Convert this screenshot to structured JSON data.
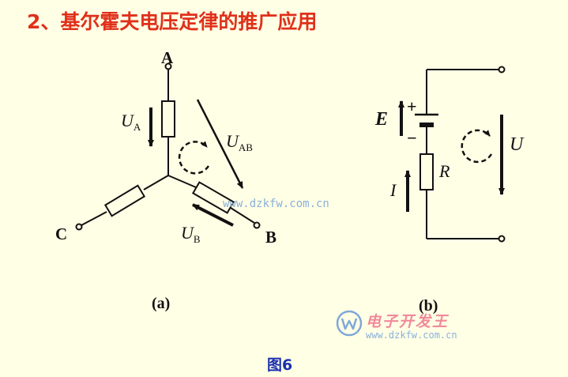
{
  "title": "2、基尔霍夫电压定律的推广应用",
  "figure_caption": "图6",
  "diagram_a": {
    "label": "(a)",
    "nodes": {
      "a": "A",
      "b": "B",
      "c": "C"
    },
    "voltage_ua": {
      "main": "U",
      "sub": "A"
    },
    "voltage_uab": {
      "main": "U",
      "sub": "AB"
    },
    "voltage_ub": {
      "main": "U",
      "sub": "B"
    }
  },
  "diagram_b": {
    "label": "(b)",
    "emf": "E",
    "plus": "+",
    "minus": "−",
    "resistor": "R",
    "current": "I",
    "voltage": "U"
  },
  "watermark": {
    "url_middle": "www.dzkfw.com.cn",
    "brand": "电子开发王",
    "url_bottom": "www.dzkfw.com.cn"
  },
  "colors": {
    "title": "#E0301A",
    "caption": "#1A2FB0",
    "background": "#FFFFE6",
    "ink": "#111111"
  }
}
